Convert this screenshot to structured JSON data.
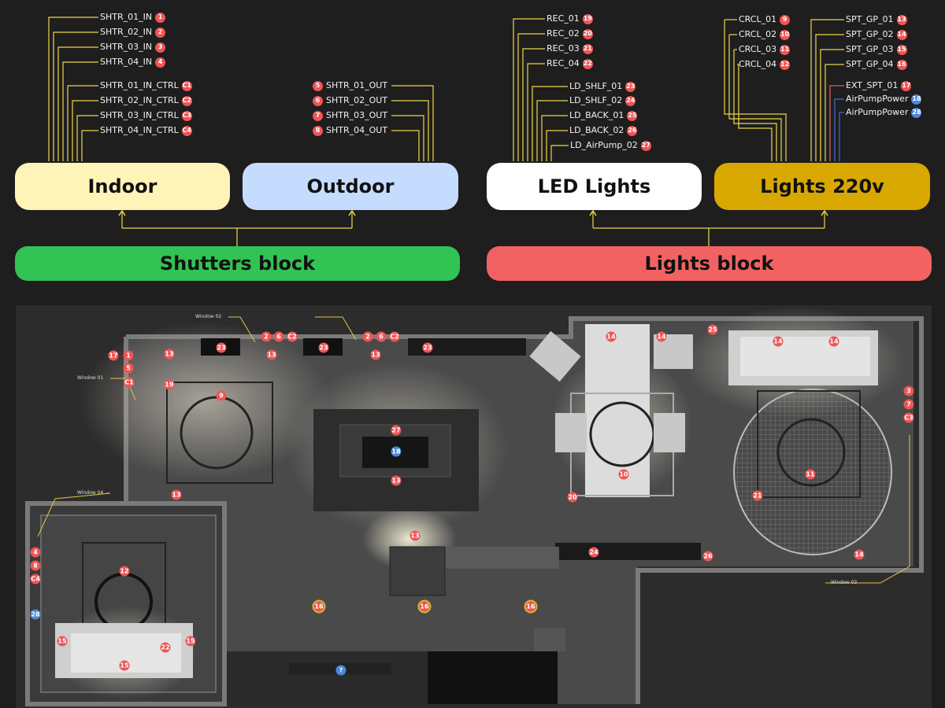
{
  "colors": {
    "indoor": "#fff4b8",
    "outdoor": "#c6dcff",
    "led": "#ffffff",
    "lights220": "#d9a800",
    "shutters_block": "#33c254",
    "lights_block": "#f26262",
    "connector": "#f0d548",
    "wire_blue": "#3a6fd8",
    "badge_red": "#ef5555",
    "badge_blue": "#4a88d8"
  },
  "categories": {
    "indoor": "Indoor",
    "outdoor": "Outdoor",
    "led": "LED Lights",
    "lights220": "Lights 220v"
  },
  "blocks": {
    "shutters": "Shutters block",
    "lights": "Lights block"
  },
  "indoor_labels": [
    {
      "text": "SHTR_01_IN",
      "badge": "1"
    },
    {
      "text": "SHTR_02_IN",
      "badge": "2"
    },
    {
      "text": "SHTR_03_IN",
      "badge": "3"
    },
    {
      "text": "SHTR_04_IN",
      "badge": "4"
    },
    {
      "text": "SHTR_01_IN_CTRL",
      "badge": "C1"
    },
    {
      "text": "SHTR_02_IN_CTRL",
      "badge": "C2"
    },
    {
      "text": "SHTR_03_IN_CTRL",
      "badge": "C3"
    },
    {
      "text": "SHTR_04_IN_CTRL",
      "badge": "C4"
    }
  ],
  "outdoor_labels": [
    {
      "text": "SHTR_01_OUT",
      "badge": "5"
    },
    {
      "text": "SHTR_02_OUT",
      "badge": "6"
    },
    {
      "text": "SHTR_03_OUT",
      "badge": "7"
    },
    {
      "text": "SHTR_04_OUT",
      "badge": "8"
    }
  ],
  "led_labels": [
    {
      "text": "REC_01",
      "badge": "19"
    },
    {
      "text": "REC_02",
      "badge": "20"
    },
    {
      "text": "REC_03",
      "badge": "21"
    },
    {
      "text": "REC_04",
      "badge": "22"
    },
    {
      "text": "LD_SHLF_01",
      "badge": "23"
    },
    {
      "text": "LD_SHLF_02",
      "badge": "24"
    },
    {
      "text": "LD_BACK_01",
      "badge": "25"
    },
    {
      "text": "LD_BACK_02",
      "badge": "26"
    },
    {
      "text": "LD_AirPump_02",
      "badge": "27"
    }
  ],
  "circle_labels": [
    {
      "text": "CRCL_01",
      "badge": "9"
    },
    {
      "text": "CRCL_02",
      "badge": "10"
    },
    {
      "text": "CRCL_03",
      "badge": "11"
    },
    {
      "text": "CRCL_04",
      "badge": "12"
    }
  ],
  "spot_labels": [
    {
      "text": "SPT_GP_01",
      "badge": "13"
    },
    {
      "text": "SPT_GP_02",
      "badge": "14"
    },
    {
      "text": "SPT_GP_03",
      "badge": "15"
    },
    {
      "text": "SPT_GP_04",
      "badge": "16"
    },
    {
      "text": "EXT_SPT_01",
      "badge": "17"
    },
    {
      "text": "AirPumpPower",
      "badge": "18",
      "color": "blue"
    },
    {
      "text": "AirPumpPower",
      "badge": "28",
      "color": "blue"
    }
  ],
  "windows": {
    "w1": "Window 01",
    "w2": "Window 02",
    "w3": "Window 03",
    "w4": "Window 04"
  },
  "markers": [
    {
      "n": "17",
      "c": "red"
    },
    {
      "n": "1",
      "c": "red"
    },
    {
      "n": "5",
      "c": "red"
    },
    {
      "n": "C1",
      "c": "red"
    },
    {
      "n": "13",
      "c": "red"
    },
    {
      "n": "19",
      "c": "red"
    },
    {
      "n": "9",
      "c": "red"
    },
    {
      "n": "23",
      "c": "red"
    },
    {
      "n": "23",
      "c": "red"
    },
    {
      "n": "23",
      "c": "red"
    },
    {
      "n": "2",
      "c": "red"
    },
    {
      "n": "6",
      "c": "red"
    },
    {
      "n": "C2",
      "c": "red"
    },
    {
      "n": "2",
      "c": "red"
    },
    {
      "n": "6",
      "c": "red"
    },
    {
      "n": "C2",
      "c": "red"
    },
    {
      "n": "13",
      "c": "red"
    },
    {
      "n": "13",
      "c": "red"
    },
    {
      "n": "27",
      "c": "red"
    },
    {
      "n": "18",
      "c": "blue"
    },
    {
      "n": "13",
      "c": "red"
    },
    {
      "n": "14",
      "c": "red"
    },
    {
      "n": "14",
      "c": "red"
    },
    {
      "n": "10",
      "c": "red"
    },
    {
      "n": "20",
      "c": "red"
    },
    {
      "n": "25",
      "c": "red"
    },
    {
      "n": "14",
      "c": "red"
    },
    {
      "n": "14",
      "c": "red"
    },
    {
      "n": "11",
      "c": "red"
    },
    {
      "n": "21",
      "c": "red"
    },
    {
      "n": "3",
      "c": "red"
    },
    {
      "n": "7",
      "c": "red"
    },
    {
      "n": "C3",
      "c": "red"
    },
    {
      "n": "26",
      "c": "red"
    },
    {
      "n": "14",
      "c": "red"
    },
    {
      "n": "24",
      "c": "red"
    },
    {
      "n": "13",
      "c": "red"
    },
    {
      "n": "13",
      "c": "red"
    },
    {
      "n": "4",
      "c": "red"
    },
    {
      "n": "8",
      "c": "red"
    },
    {
      "n": "C4",
      "c": "red"
    },
    {
      "n": "28",
      "c": "blue"
    },
    {
      "n": "12",
      "c": "red"
    },
    {
      "n": "15",
      "c": "red"
    },
    {
      "n": "15",
      "c": "red"
    },
    {
      "n": "15",
      "c": "red"
    },
    {
      "n": "22",
      "c": "red"
    },
    {
      "n": "16",
      "c": "red-ring"
    },
    {
      "n": "16",
      "c": "red-ring"
    },
    {
      "n": "16",
      "c": "red-ring"
    },
    {
      "n": "?",
      "c": "blue"
    }
  ]
}
